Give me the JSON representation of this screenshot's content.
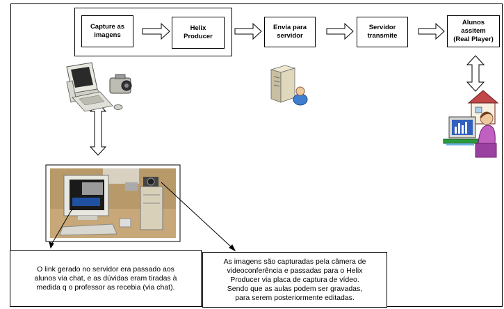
{
  "steps": {
    "capture": "Capture as\nimagens",
    "helix": "Helix\nProducer",
    "envia": "Envia para\nservidor",
    "servidor": "Servidor\ntransmite",
    "alunos": "Alunos\nassitem\n(Real Player)"
  },
  "notes": {
    "left": "O link gerado no servidor era passado aos\nalunos via chat, e as dúvidas eram tiradas à\nmedida q o professor as recebia (via chat).",
    "right": "As imagens são capturadas pela câmera de\nvideoconferência e passadas para o Helix\nProducer via placa de captura de vídeo.\nSendo que as aulas podem ser gravadas,\npara serem posteriormente editadas."
  },
  "icons": [
    "computer-camera-icon",
    "server-user-icon",
    "student-at-computer-icon",
    "setup-photo"
  ],
  "colors": {
    "line": "#000000",
    "photo_wall": "#b89a6a",
    "photo_desk": "#c8a878",
    "monitor": "#e8e8e0",
    "server": "#d8d0b8",
    "house_roof": "#c04848",
    "student_shirt": "#c060c0",
    "screen_blue": "#3060c0"
  }
}
